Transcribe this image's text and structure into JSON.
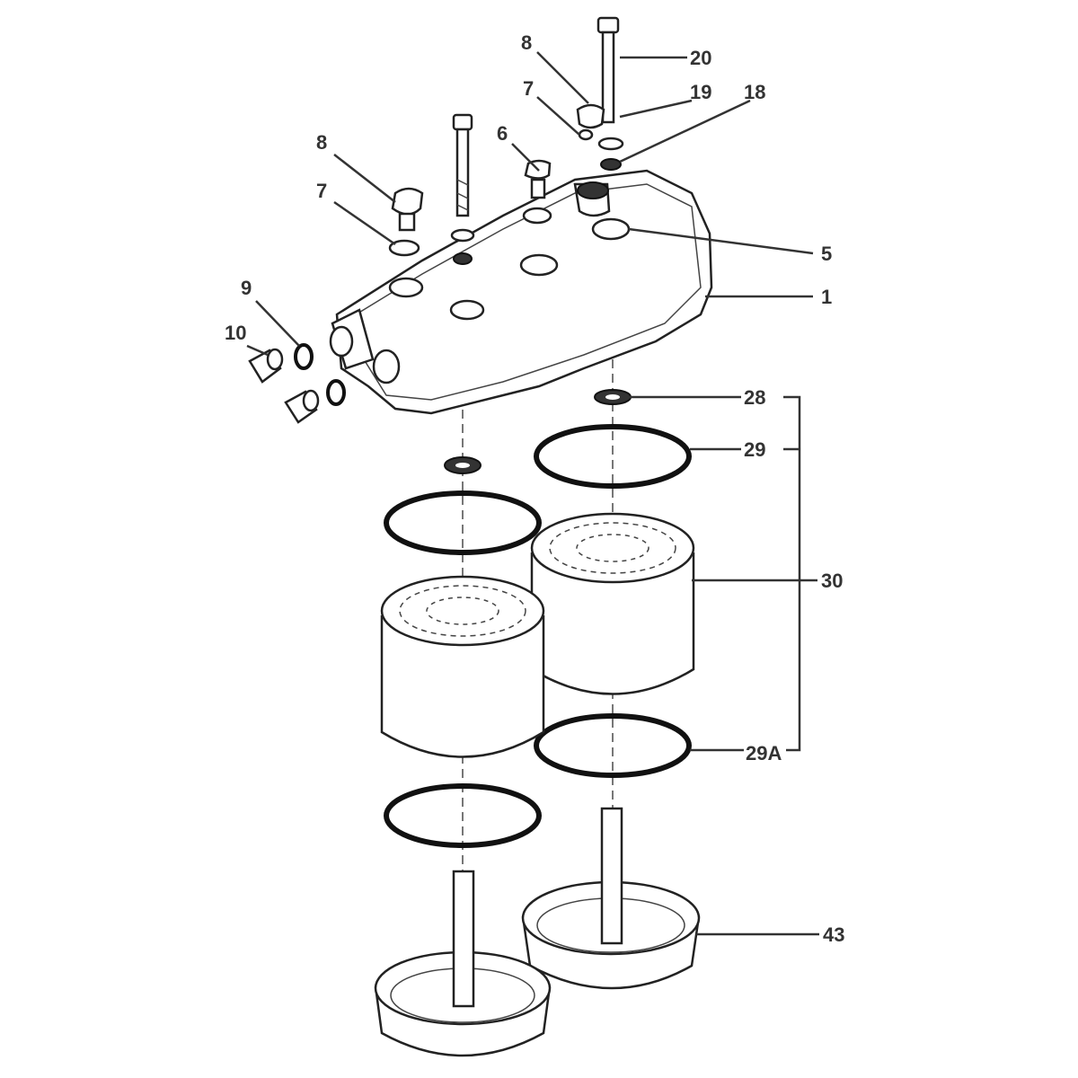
{
  "diagram": {
    "type": "exploded-parts-view",
    "callouts": {
      "c20": "20",
      "c8_top": "8",
      "c19": "19",
      "c7_top": "7",
      "c18": "18",
      "c6": "6",
      "c8_left": "8",
      "c7_left": "7",
      "c5": "5",
      "c1": "1",
      "c9": "9",
      "c10": "10",
      "c28": "28",
      "c29": "29",
      "c30": "30",
      "c29A": "29A",
      "c43": "43"
    }
  }
}
